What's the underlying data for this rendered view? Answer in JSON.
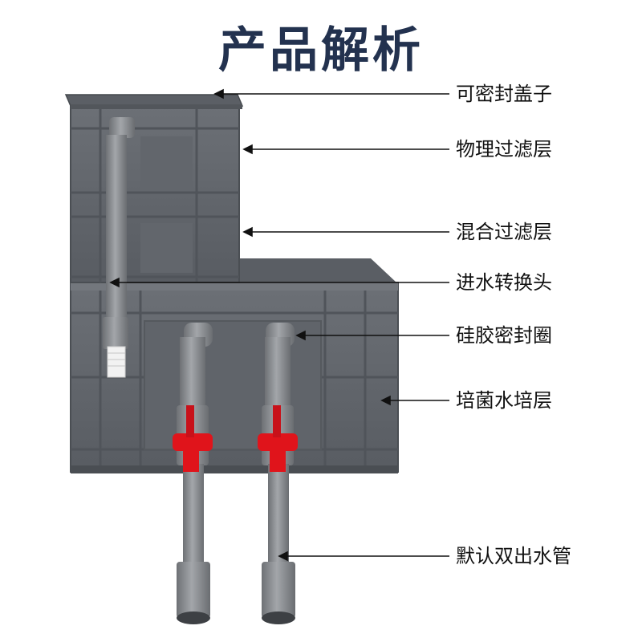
{
  "title": "产品解析",
  "labels": [
    {
      "id": "lid",
      "text": "可密封盖子"
    },
    {
      "id": "physical-filter",
      "text": "物理过滤层"
    },
    {
      "id": "mixed-filter",
      "text": "混合过滤层"
    },
    {
      "id": "inlet-adapter",
      "text": "进水转换头"
    },
    {
      "id": "silicone-seal",
      "text": "硅胶密封圈"
    },
    {
      "id": "bacteria-layer",
      "text": "培菌水培层"
    },
    {
      "id": "outlet-pipes",
      "text": "默认双出水管"
    }
  ],
  "colors": {
    "title": "#23324f",
    "box": "#63676d",
    "box_dark": "#4e5257",
    "pipe": "#8c8f93",
    "valve": "#e0141b"
  }
}
